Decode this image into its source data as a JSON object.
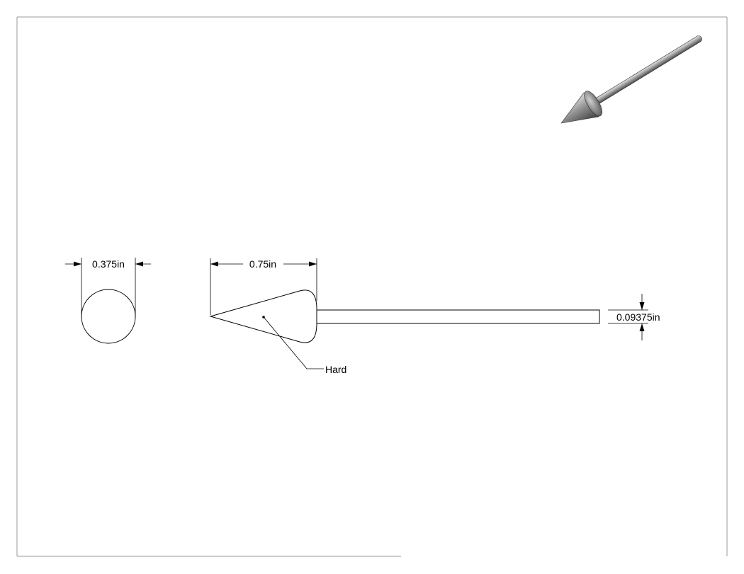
{
  "dimensions": {
    "diameter": "0.375in",
    "cone_length": "0.75in",
    "rod_thickness": "0.09375in"
  },
  "callout": {
    "label": "Hard"
  },
  "colors": {
    "line": "#000000",
    "frame": "#9a9a9a",
    "shading_light": "#d8d8d8",
    "shading_dark": "#5a5a5a"
  }
}
